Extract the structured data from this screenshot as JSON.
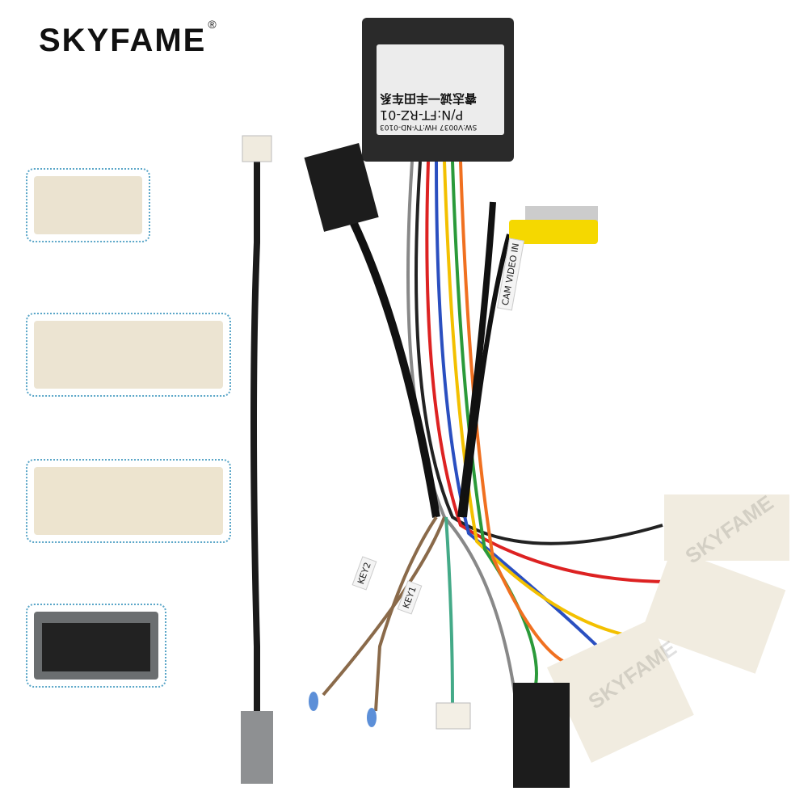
{
  "brand": {
    "name": "SKYFAME",
    "mark": "®"
  },
  "module_label": {
    "title": "睿志诚一丰田车系",
    "part_number": "P/N:FT-RZ-01",
    "versions": "SW:V0037 HW:TY-ND-0103"
  },
  "cable_tags": {
    "camera": "CAM VIDEO IN",
    "key1": "KEY1",
    "key2": "KEY2"
  },
  "watermark": "SKYFAME",
  "colors": {
    "border": "#5aa6c8",
    "connector": "#ece6d6",
    "box": "#2a2a2a",
    "rca_yellow": "#f5d800"
  }
}
